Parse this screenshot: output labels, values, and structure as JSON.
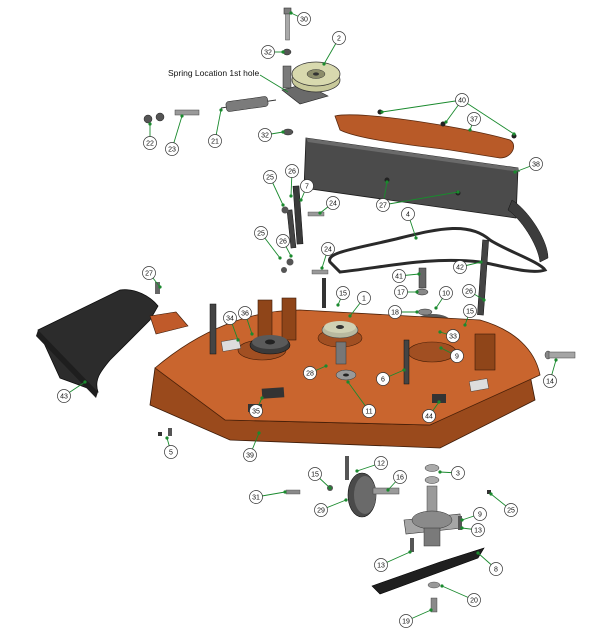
{
  "diagram": {
    "annotation": "Spring Location 1st hole",
    "callouts": [
      {
        "id": "c30a",
        "label": "30"
      },
      {
        "id": "c2",
        "label": "2"
      },
      {
        "id": "c32a",
        "label": "32"
      },
      {
        "id": "c22",
        "label": "22"
      },
      {
        "id": "c23",
        "label": "23"
      },
      {
        "id": "c21",
        "label": "21"
      },
      {
        "id": "c32b",
        "label": "32"
      },
      {
        "id": "c40",
        "label": "40"
      },
      {
        "id": "c37",
        "label": "37"
      },
      {
        "id": "c38",
        "label": "38"
      },
      {
        "id": "c27a",
        "label": "27"
      },
      {
        "id": "c26a",
        "label": "26"
      },
      {
        "id": "c25a",
        "label": "25"
      },
      {
        "id": "c7",
        "label": "7"
      },
      {
        "id": "c24a",
        "label": "24"
      },
      {
        "id": "c4",
        "label": "4"
      },
      {
        "id": "c25b",
        "label": "25"
      },
      {
        "id": "c26b",
        "label": "26"
      },
      {
        "id": "c24b",
        "label": "24"
      },
      {
        "id": "c42",
        "label": "42"
      },
      {
        "id": "c41",
        "label": "41"
      },
      {
        "id": "c17",
        "label": "17"
      },
      {
        "id": "c10",
        "label": "10"
      },
      {
        "id": "c18",
        "label": "18"
      },
      {
        "id": "c26c",
        "label": "26"
      },
      {
        "id": "c15a",
        "label": "15"
      },
      {
        "id": "c27b",
        "label": "27"
      },
      {
        "id": "c15b",
        "label": "15"
      },
      {
        "id": "c1",
        "label": "1"
      },
      {
        "id": "c34",
        "label": "34"
      },
      {
        "id": "c36",
        "label": "36"
      },
      {
        "id": "c33",
        "label": "33"
      },
      {
        "id": "c9",
        "label": "9"
      },
      {
        "id": "c43",
        "label": "43"
      },
      {
        "id": "c28",
        "label": "28"
      },
      {
        "id": "c6",
        "label": "6"
      },
      {
        "id": "c35",
        "label": "35"
      },
      {
        "id": "c11",
        "label": "11"
      },
      {
        "id": "c44",
        "label": "44"
      },
      {
        "id": "c14",
        "label": "14"
      },
      {
        "id": "c5",
        "label": "5"
      },
      {
        "id": "c39",
        "label": "39"
      },
      {
        "id": "c12",
        "label": "12"
      },
      {
        "id": "c15c",
        "label": "15"
      },
      {
        "id": "c16",
        "label": "16"
      },
      {
        "id": "c3",
        "label": "3"
      },
      {
        "id": "c31",
        "label": "31"
      },
      {
        "id": "c29",
        "label": "29"
      },
      {
        "id": "c25c",
        "label": "25"
      },
      {
        "id": "c9b",
        "label": "9"
      },
      {
        "id": "c13a",
        "label": "13"
      },
      {
        "id": "c13b",
        "label": "13"
      },
      {
        "id": "c8",
        "label": "8"
      },
      {
        "id": "c20",
        "label": "20"
      },
      {
        "id": "c19",
        "label": "19"
      }
    ],
    "colors": {
      "deck": "#c9652e",
      "deck_dark": "#8f4519",
      "deck_edge": "#a14f22",
      "panel": "#4d4d4d",
      "panel_dark": "#2b2b2b",
      "pulley": "#c8c99a",
      "metal": "#9a9a9a",
      "belt": "#2a2a2a",
      "leader": "#1a8a2e",
      "callout_fill": "#ffffff",
      "callout_stroke": "#333333",
      "guard": "#c05a2a"
    }
  }
}
